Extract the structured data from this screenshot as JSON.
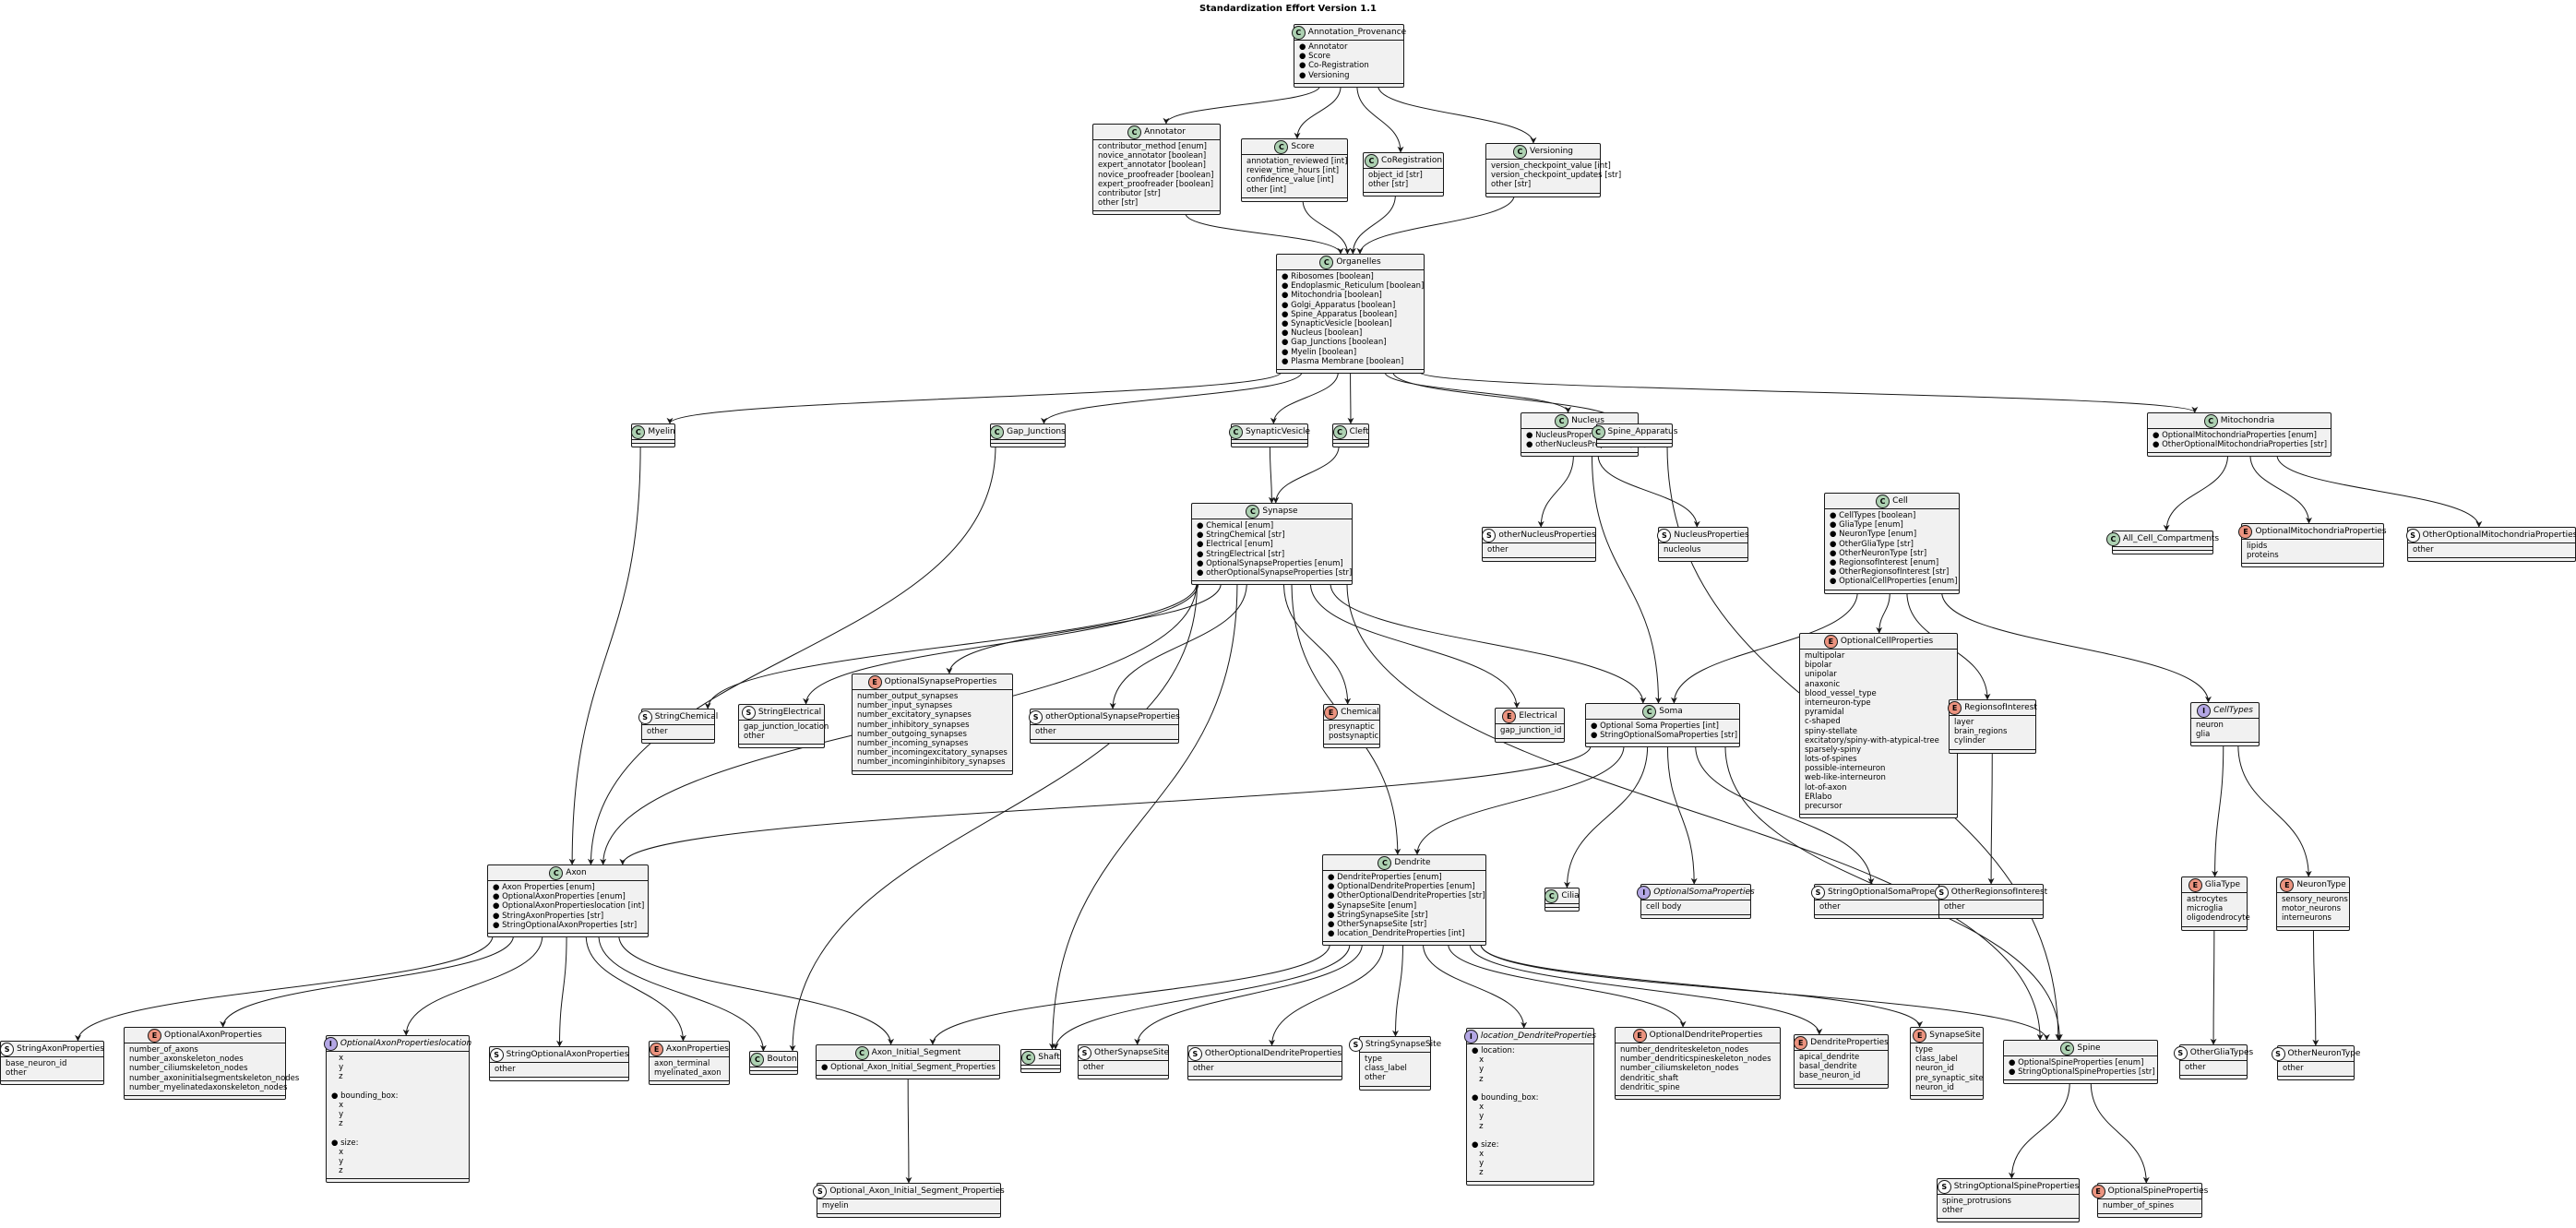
{
  "title": "Standardization Effort Version 1.1",
  "nodes": [
    {
      "id": "Annotation_Provenance",
      "type": "C",
      "name": "Annotation_Provenance",
      "fields": [
        "● Annotator",
        "● Score",
        "● Co-Registration",
        "● Versioning"
      ]
    },
    {
      "id": "Annotator",
      "type": "C",
      "name": "Annotator",
      "fields": [
        "contributor_method [enum]",
        "novice_annotator [boolean]",
        "expert_annotator [boolean]",
        "novice_proofreader [boolean]",
        "expert_proofreader [boolean]",
        "contributor [str]",
        "other [str]"
      ]
    },
    {
      "id": "Score",
      "type": "C",
      "name": "Score",
      "fields": [
        "annotation_reviewed [int]",
        "review_time_hours [int]",
        "confidence_value [int]",
        "other [int]"
      ]
    },
    {
      "id": "CoRegistration",
      "type": "C",
      "name": "CoRegistration",
      "fields": [
        "object_id [str]",
        "other [str]"
      ]
    },
    {
      "id": "Versioning",
      "type": "C",
      "name": "Versioning",
      "fields": [
        "version_checkpoint_value [int]",
        "version_checkpoint_updates [str]",
        "other [str]"
      ]
    },
    {
      "id": "Organelles",
      "type": "C",
      "name": "Organelles",
      "fields": [
        "● Ribosomes [boolean]",
        "● Endoplasmic_Reticulum [boolean]",
        "● Mitochondria [boolean]",
        "● Golgi_Apparatus [boolean]",
        "● Spine_Apparatus [boolean]",
        "● SynapticVesicle [boolean]",
        "● Nucleus [boolean]",
        "● Gap_Junctions [boolean]",
        "● Myelin [boolean]",
        "● Plasma Membrane [boolean]"
      ]
    },
    {
      "id": "Myelin",
      "type": "C",
      "name": "Myelin",
      "fields": []
    },
    {
      "id": "Gap_Junctions",
      "type": "C",
      "name": "Gap_Junctions",
      "fields": []
    },
    {
      "id": "SynapticVesicle",
      "type": "C",
      "name": "SynapticVesicle",
      "fields": []
    },
    {
      "id": "Cleft",
      "type": "C",
      "name": "Cleft",
      "fields": []
    },
    {
      "id": "Nucleus",
      "type": "C",
      "name": "Nucleus",
      "fields": [
        "● NucleusProperties [str]",
        "● otherNucleusProperties [str]"
      ]
    },
    {
      "id": "Spine_Apparatus",
      "type": "C",
      "name": "Spine_Apparatus",
      "fields": []
    },
    {
      "id": "Mitochondria",
      "type": "C",
      "name": "Mitochondria",
      "fields": [
        "● OptionalMitochondriaProperties [enum]",
        "● OtherOptionalMitochondriaProperties [str]"
      ]
    },
    {
      "id": "Synapse",
      "type": "C",
      "name": "Synapse",
      "fields": [
        "● Chemical [enum]",
        "● StringChemical [str]",
        "● Electrical [enum]",
        "● StringElectrical [str]",
        "● OptionalSynapseProperties [enum]",
        "● otherOptionalSynapseProperties [str]"
      ]
    },
    {
      "id": "otherNucleusProperties",
      "type": "S",
      "name": "otherNucleusProperties",
      "fields": [
        "other"
      ]
    },
    {
      "id": "NucleusProperties",
      "type": "S",
      "name": "NucleusProperties",
      "fields": [
        "nucleolus"
      ]
    },
    {
      "id": "Cell",
      "type": "C",
      "name": "Cell",
      "fields": [
        "● CellTypes [boolean]",
        "● GliaType [enum]",
        "● NeuronType [enum]",
        "● OtherGliaType [str]",
        "● OtherNeuronType [str]",
        "● RegionsofInterest [enum]",
        "● OtherRegionsofInterest [str]",
        "● OptionalCellProperties [enum]"
      ]
    },
    {
      "id": "All_Cell_Compartments",
      "type": "C",
      "name": "All_Cell_Compartments",
      "fields": []
    },
    {
      "id": "OptionalMitochondriaProperties",
      "type": "E",
      "name": "OptionalMitochondriaProperties",
      "fields": [
        "lipids",
        "proteins"
      ]
    },
    {
      "id": "OtherOptionalMitochondriaProperties",
      "type": "S",
      "name": "OtherOptionalMitochondriaProperties",
      "fields": [
        "other"
      ]
    },
    {
      "id": "StringChemical",
      "type": "S",
      "name": "StringChemical",
      "fields": [
        "other"
      ]
    },
    {
      "id": "StringElectrical",
      "type": "S",
      "name": "StringElectrical",
      "fields": [
        "gap_junction_location",
        "other"
      ]
    },
    {
      "id": "OptionalSynapseProperties",
      "type": "E",
      "name": "OptionalSynapseProperties",
      "fields": [
        "number_output_synapses",
        "number_input_synapses",
        "number_excitatory_synapses",
        "number_inhibitory_synapses",
        "number_outgoing_synapses",
        "number_incoming_synapses",
        "number_incomingexcitatory_synapses",
        "number_incominginhibitory_synapses"
      ]
    },
    {
      "id": "otherOptionalSynapseProperties",
      "type": "S",
      "name": "otherOptionalSynapseProperties",
      "fields": [
        "other"
      ]
    },
    {
      "id": "Chemical",
      "type": "E",
      "name": "Chemical",
      "fields": [
        "presynaptic",
        "postsynaptic"
      ]
    },
    {
      "id": "Electrical",
      "type": "E",
      "name": "Electrical",
      "fields": [
        "gap_junction_id"
      ]
    },
    {
      "id": "Soma",
      "type": "C",
      "name": "Soma",
      "fields": [
        "● Optional Soma Properties [int]",
        "● StringOptionalSomaProperties [str]"
      ]
    },
    {
      "id": "OptionalCellProperties",
      "type": "E",
      "name": "OptionalCellProperties",
      "fields": [
        "multipolar",
        "bipolar",
        "unipolar",
        "anaxonic",
        "blood_vessel_type",
        "interneuron-type",
        "pyramidal",
        "c-shaped",
        "spiny-stellate",
        "excitatory/spiny-with-atypical-tree",
        "sparsely-spiny",
        "lots-of-spines",
        "possible-interneuron",
        "web-like-interneuron",
        "lot-of-axon",
        "ERlabo",
        "precursor"
      ]
    },
    {
      "id": "RegionsofInterest",
      "type": "E",
      "name": "RegionsofInterest",
      "fields": [
        "layer",
        "brain_regions",
        "cylinder"
      ]
    },
    {
      "id": "CellTypes",
      "type": "I",
      "name": "CellTypes",
      "italic": true,
      "fields": [
        "neuron",
        "glia"
      ]
    },
    {
      "id": "Axon",
      "type": "C",
      "name": "Axon",
      "fields": [
        "● Axon Properties [enum]",
        "● OptionalAxonProperties [enum]",
        "● OptionalAxonPropertieslocation [int]",
        "● StringAxonProperties [str]",
        "● StringOptionalAxonProperties [str]"
      ]
    },
    {
      "id": "Dendrite",
      "type": "C",
      "name": "Dendrite",
      "fields": [
        "● DendriteProperties [enum]",
        "● OptionalDendriteProperties [enum]",
        "● OtherOptionalDendriteProperties [str]",
        "● SynapseSite [enum]",
        "● StringSynapseSite [str]",
        "● OtherSynapseSite [str]",
        "● location_DendriteProperties [int]"
      ]
    },
    {
      "id": "Cilia",
      "type": "C",
      "name": "Cilia",
      "fields": []
    },
    {
      "id": "OptionalSomaProperties",
      "type": "I",
      "name": "OptionalSomaProperties",
      "italic": true,
      "fields": [
        "cell body"
      ]
    },
    {
      "id": "StringOptionalSomaProperties",
      "type": "S",
      "name": "StringOptionalSomaProperties",
      "fields": [
        "other"
      ]
    },
    {
      "id": "OtherRegionsofInterest",
      "type": "S",
      "name": "OtherRegionsofInterest",
      "fields": [
        "other"
      ]
    },
    {
      "id": "GliaType",
      "type": "E",
      "name": "GliaType",
      "fields": [
        "astrocytes",
        "microglia",
        "oligodendrocyte"
      ]
    },
    {
      "id": "NeuronType",
      "type": "E",
      "name": "NeuronType",
      "fields": [
        "sensory_neurons",
        "motor_neurons",
        "interneurons"
      ]
    },
    {
      "id": "StringAxonProperties",
      "type": "S",
      "name": "StringAxonProperties",
      "fields": [
        "base_neuron_id",
        "other"
      ]
    },
    {
      "id": "OptionalAxonProperties",
      "type": "E",
      "name": "OptionalAxonProperties",
      "fields": [
        "number_of_axons",
        "number_axonskeleton_nodes",
        "number_ciliumskeleton_nodes",
        "number_axoninitialsegmentskeleton_nodes",
        "number_myelinatedaxonskeleton_nodes"
      ]
    },
    {
      "id": "OptionalAxonPropertieslocation",
      "type": "I",
      "name": "OptionalAxonPropertieslocation",
      "italic": true,
      "fields": [
        "x",
        "y",
        "z",
        "",
        "● bounding_box:",
        "x",
        "y",
        "z",
        "",
        "● size:",
        "x",
        "y",
        "z"
      ]
    },
    {
      "id": "StringOptionalAxonProperties",
      "type": "S",
      "name": "StringOptionalAxonProperties",
      "fields": [
        "other"
      ]
    },
    {
      "id": "AxonProperties",
      "type": "E",
      "name": "AxonProperties",
      "fields": [
        "axon_terminal",
        "myelinated_axon"
      ]
    },
    {
      "id": "Bouton",
      "type": "C",
      "name": "Bouton",
      "fields": []
    },
    {
      "id": "Axon_Initial_Segment",
      "type": "C",
      "name": "Axon_Initial_Segment",
      "fields": [
        "● Optional_Axon_Initial_Segment_Properties"
      ]
    },
    {
      "id": "Shaft",
      "type": "C",
      "name": "Shaft",
      "fields": []
    },
    {
      "id": "OtherSynapseSite",
      "type": "S",
      "name": "OtherSynapseSite",
      "fields": [
        "other"
      ]
    },
    {
      "id": "OtherOptionalDendriteProperties",
      "type": "S",
      "name": "OtherOptionalDendriteProperties",
      "fields": [
        "other"
      ]
    },
    {
      "id": "StringSynapseSite",
      "type": "S",
      "name": "StringSynapseSite",
      "fields": [
        "type",
        "class_label",
        "other"
      ]
    },
    {
      "id": "location_DendriteProperties",
      "type": "I",
      "name": "location_DendriteProperties",
      "italic": true,
      "fields": [
        "● location:",
        "x",
        "y",
        "z",
        "",
        "● bounding_box:",
        "x",
        "y",
        "z",
        "",
        "● size:",
        "x",
        "y",
        "z"
      ]
    },
    {
      "id": "OptionalDendriteProperties",
      "type": "E",
      "name": "OptionalDendriteProperties",
      "fields": [
        "number_dendriteskeleton_nodes",
        "number_dendriticspineskeleton_nodes",
        "number_ciliumskeleton_nodes",
        "dendritic_shaft",
        "dendritic_spine"
      ]
    },
    {
      "id": "DendriteProperties",
      "type": "E",
      "name": "DendriteProperties",
      "fields": [
        "apical_dendrite",
        "basal_dendrite",
        "base_neuron_id"
      ]
    },
    {
      "id": "SynapseSite",
      "type": "E",
      "name": "SynapseSite",
      "fields": [
        "type",
        "class_label",
        "neuron_id",
        "pre_synaptic_site",
        "neuron_id"
      ]
    },
    {
      "id": "Spine",
      "type": "C",
      "name": "Spine",
      "fields": [
        "● OptionalSpineProperties [enum]",
        "● StringOptionalSpineProperties [str]"
      ]
    },
    {
      "id": "OtherGliaTypes",
      "type": "S",
      "name": "OtherGliaTypes",
      "fields": [
        "other"
      ]
    },
    {
      "id": "OtherNeuronType",
      "type": "S",
      "name": "OtherNeuronType",
      "fields": [
        "other"
      ]
    },
    {
      "id": "Optional_Axon_Initial_Segment_Properties",
      "type": "S",
      "name": "Optional_Axon_Initial_Segment_Properties",
      "fields": [
        "myelin"
      ]
    },
    {
      "id": "StringOptionalSpineProperties",
      "type": "S",
      "name": "StringOptionalSpineProperties",
      "fields": [
        "spine_protrusions",
        "other"
      ]
    },
    {
      "id": "OptionalSpineProperties",
      "type": "E",
      "name": "OptionalSpineProperties",
      "fields": [
        "number_of_spines"
      ]
    }
  ],
  "edges": [
    [
      "Annotation_Provenance",
      "Annotator"
    ],
    [
      "Annotation_Provenance",
      "Score"
    ],
    [
      "Annotation_Provenance",
      "CoRegistration"
    ],
    [
      "Annotation_Provenance",
      "Versioning"
    ],
    [
      "Annotator",
      "Organelles"
    ],
    [
      "Score",
      "Organelles"
    ],
    [
      "CoRegistration",
      "Organelles"
    ],
    [
      "Versioning",
      "Organelles"
    ],
    [
      "Organelles",
      "Myelin"
    ],
    [
      "Organelles",
      "Gap_Junctions"
    ],
    [
      "Organelles",
      "SynapticVesicle"
    ],
    [
      "Organelles",
      "Cleft"
    ],
    [
      "Organelles",
      "Nucleus"
    ],
    [
      "Organelles",
      "Spine_Apparatus"
    ],
    [
      "Organelles",
      "Mitochondria"
    ],
    [
      "Myelin",
      "Axon"
    ],
    [
      "Gap_Junctions",
      "Axon"
    ],
    [
      "SynapticVesicle",
      "Synapse"
    ],
    [
      "Cleft",
      "Synapse"
    ],
    [
      "Nucleus",
      "otherNucleusProperties"
    ],
    [
      "Nucleus",
      "NucleusProperties"
    ],
    [
      "Nucleus",
      "Soma"
    ],
    [
      "Spine_Apparatus",
      "Spine"
    ],
    [
      "Mitochondria",
      "All_Cell_Compartments"
    ],
    [
      "Mitochondria",
      "OptionalMitochondriaProperties"
    ],
    [
      "Mitochondria",
      "OtherOptionalMitochondriaProperties"
    ],
    [
      "Synapse",
      "Axon"
    ],
    [
      "Synapse",
      "StringChemical"
    ],
    [
      "Synapse",
      "StringElectrical"
    ],
    [
      "Synapse",
      "OptionalSynapseProperties"
    ],
    [
      "Synapse",
      "otherOptionalSynapseProperties"
    ],
    [
      "Synapse",
      "Chemical"
    ],
    [
      "Synapse",
      "Electrical"
    ],
    [
      "Synapse",
      "Soma"
    ],
    [
      "Synapse",
      "Dendrite"
    ],
    [
      "Synapse",
      "Bouton"
    ],
    [
      "Synapse",
      "Shaft"
    ],
    [
      "Synapse",
      "Spine"
    ],
    [
      "Cell",
      "Soma"
    ],
    [
      "Cell",
      "OptionalCellProperties"
    ],
    [
      "Cell",
      "RegionsofInterest"
    ],
    [
      "Cell",
      "CellTypes"
    ],
    [
      "Soma",
      "Axon"
    ],
    [
      "Soma",
      "Dendrite"
    ],
    [
      "Soma",
      "Cilia"
    ],
    [
      "Soma",
      "OptionalSomaProperties"
    ],
    [
      "Soma",
      "StringOptionalSomaProperties"
    ],
    [
      "Soma",
      "Spine"
    ],
    [
      "RegionsofInterest",
      "OtherRegionsofInterest"
    ],
    [
      "CellTypes",
      "GliaType"
    ],
    [
      "CellTypes",
      "NeuronType"
    ],
    [
      "Axon",
      "StringAxonProperties"
    ],
    [
      "Axon",
      "OptionalAxonProperties"
    ],
    [
      "Axon",
      "OptionalAxonPropertieslocation"
    ],
    [
      "Axon",
      "StringOptionalAxonProperties"
    ],
    [
      "Axon",
      "AxonProperties"
    ],
    [
      "Axon",
      "Bouton"
    ],
    [
      "Axon",
      "Axon_Initial_Segment"
    ],
    [
      "Dendrite",
      "Axon_Initial_Segment"
    ],
    [
      "Dendrite",
      "Shaft"
    ],
    [
      "Dendrite",
      "OtherSynapseSite"
    ],
    [
      "Dendrite",
      "OtherOptionalDendriteProperties"
    ],
    [
      "Dendrite",
      "StringSynapseSite"
    ],
    [
      "Dendrite",
      "location_DendriteProperties"
    ],
    [
      "Dendrite",
      "OptionalDendriteProperties"
    ],
    [
      "Dendrite",
      "DendriteProperties"
    ],
    [
      "Dendrite",
      "SynapseSite"
    ],
    [
      "Dendrite",
      "Spine"
    ],
    [
      "GliaType",
      "OtherGliaTypes"
    ],
    [
      "NeuronType",
      "OtherNeuronType"
    ],
    [
      "Axon_Initial_Segment",
      "Optional_Axon_Initial_Segment_Properties"
    ],
    [
      "Spine",
      "StringOptionalSpineProperties"
    ],
    [
      "Spine",
      "OptionalSpineProperties"
    ]
  ]
}
